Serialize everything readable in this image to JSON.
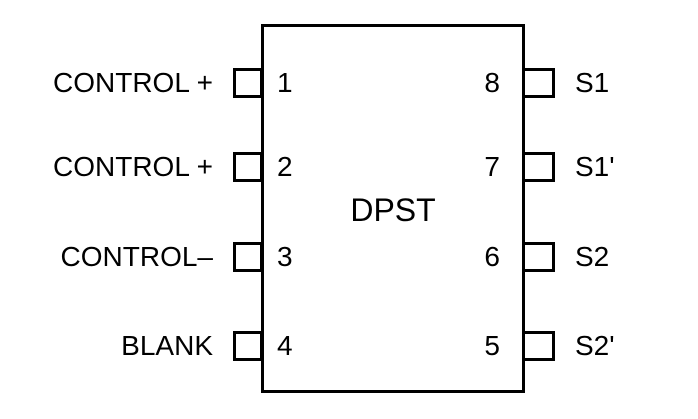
{
  "diagram": {
    "title": "DPST",
    "package": {
      "pin_count": 8,
      "line_color": "#000000",
      "background_color": "#ffffff",
      "text_color": "#000000"
    },
    "pins": {
      "left": [
        {
          "number": "1",
          "label": "CONTROL +"
        },
        {
          "number": "2",
          "label": "CONTROL +"
        },
        {
          "number": "3",
          "label": "CONTROL–"
        },
        {
          "number": "4",
          "label": "BLANK"
        }
      ],
      "right": [
        {
          "number": "8",
          "label": "S1"
        },
        {
          "number": "7",
          "label": "S1'"
        },
        {
          "number": "6",
          "label": "S2"
        },
        {
          "number": "5",
          "label": "S2'"
        }
      ]
    }
  }
}
